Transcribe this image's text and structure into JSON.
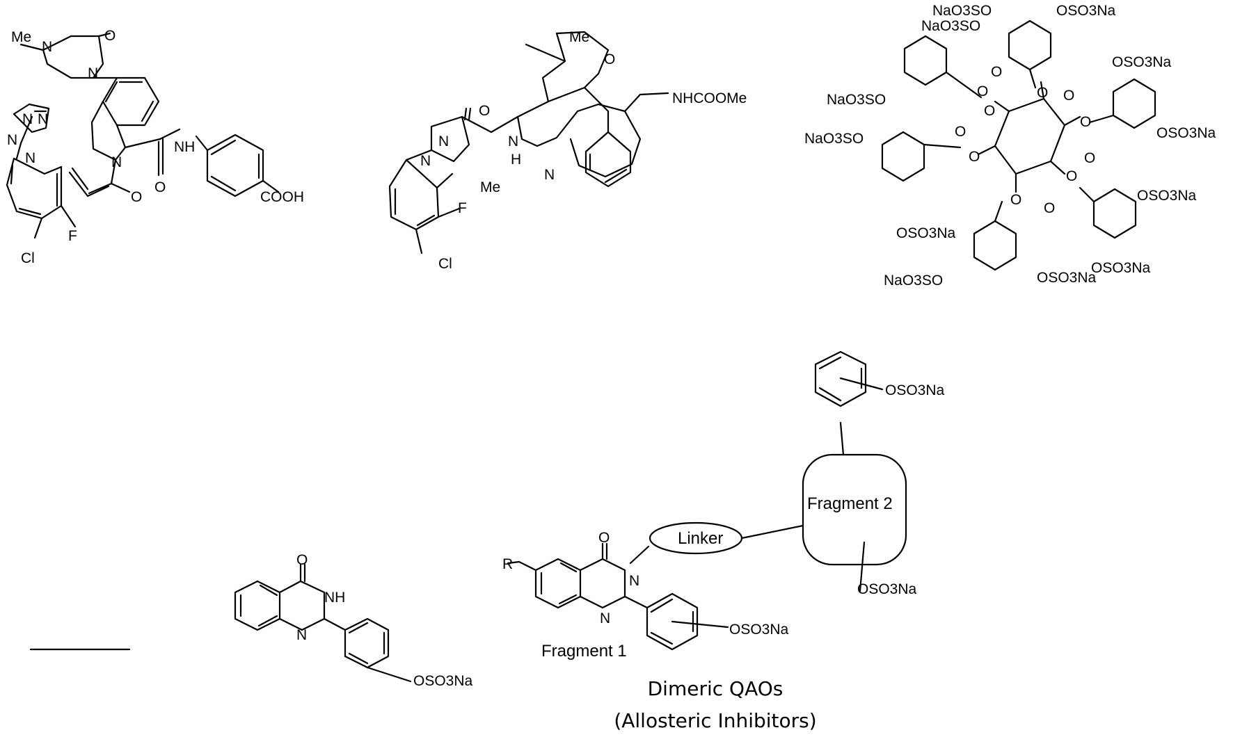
{
  "labels": {
    "me_piperazine": "Me",
    "n_pip1": "N",
    "n_pip2": "N",
    "o_pip": "O",
    "tz_n1": "N",
    "tz_n2": "N",
    "tz_n3": "N",
    "tz_n4": "N",
    "n_thq": "N",
    "o_acryl": "O",
    "o_amide1": "O",
    "nh_amide1": "NH",
    "cooh": "COOH",
    "f1": "F",
    "cl1": "Cl",
    "me_macro": "Me",
    "o_ketone": "O",
    "nhcooме": "NHCOOMe",
    "o_amide2": "O",
    "n_im1": "N",
    "n_im2": "N",
    "n_amide2": "N",
    "h_amide2": "H",
    "me_im": "Me",
    "n_pyr": "N",
    "f2": "F",
    "cl2": "Cl",
    "nh_q": "NH",
    "n_q": "N",
    "o_q": "O",
    "oso3na_q": "OSO3Na",
    "r": "R",
    "n_frag": "N",
    "n_frag2": "N",
    "o_frag": "O",
    "oso3na_frag1": "OSO3Na",
    "oso3na_frag2a": "OSO3Na",
    "oso3na_frag2b": "OSO3Na",
    "fragment1": "Fragment 1",
    "fragment2": "Fragment 2",
    "linker": "Linker",
    "caption_line1": "Dimeric QAOs",
    "caption_line2": "(Allosteric Inhibitors)",
    "ihs_nao3so_topleft": "NaO3SO",
    "ihs_oso3na_top": "OSO3Na",
    "ihs_nao3so_top2": "NaO3SO",
    "ihs_oso3na_right1": "OSO3Na",
    "ihs_oso3na_right2": "OSO3Na",
    "ihs_nao3so_left1": "NaO3SO",
    "ihs_nao3so_left2": "NaO3SO",
    "ihs_oso3na_bottom1": "OSO3Na",
    "ihs_oso3na_bottom2": "OSO3Na",
    "ihs_oso3na_right3": "OSO3Na",
    "ihs_oso3na_right4": "OSO3Na",
    "ihs_nao3so_bottom": "NaO3SO",
    "ihs_o1": "O",
    "ihs_o2": "O",
    "ihs_o3": "O",
    "ihs_o4": "O",
    "ihs_o5": "O",
    "ihs_o6": "O",
    "ihs_co1": "O",
    "ihs_co2": "O",
    "ihs_co3": "O",
    "ihs_co4": "O",
    "ihs_co5": "O",
    "ihs_co6": "O"
  }
}
